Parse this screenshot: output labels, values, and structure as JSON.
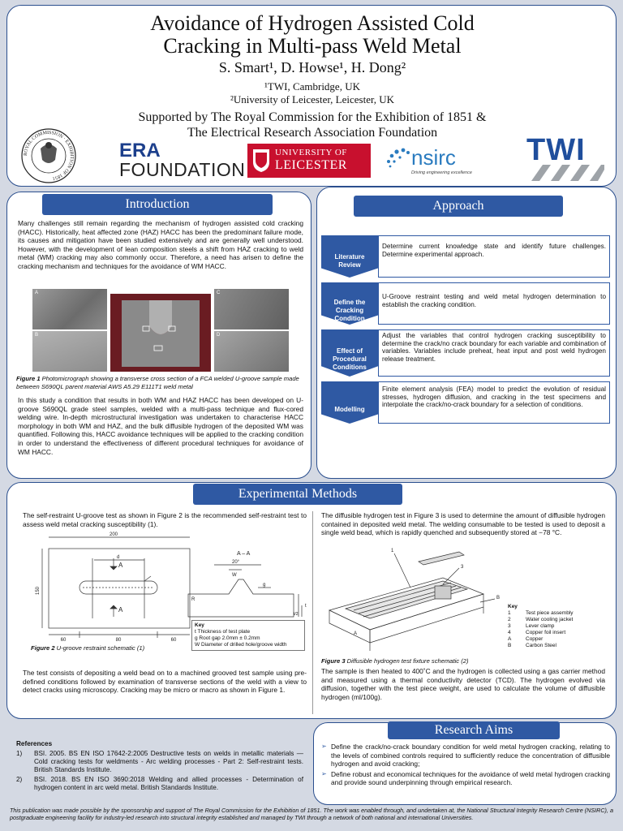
{
  "header": {
    "title_line1": "Avoidance of Hydrogen Assisted Cold",
    "title_line2": "Cracking in Multi-pass Weld Metal",
    "authors": "S. Smart¹, D. Howse¹, H. Dong²",
    "aff1": "¹TWI, Cambridge, UK",
    "aff2": "²University of Leicester, Leicester, UK",
    "support_line1": "Supported by The Royal Commission for the Exhibition of 1851 &",
    "support_line2": "The Electrical Research Association Foundation"
  },
  "logos": {
    "rc_ring": "ROYAL COMMISSION · EXHIBITION OF 1851",
    "era_top": "ERA",
    "era_bottom": "FOUNDATION",
    "uol_top": "UNIVERSITY OF",
    "uol_bottom": "LEICESTER",
    "nsirc": "nsirc",
    "nsirc_tag": "Driving engineering excellence",
    "twi": "TWI"
  },
  "intro": {
    "title": "Introduction",
    "p1": "Many challenges still remain regarding the mechanism of hydrogen assisted cold cracking (HACC). Historically, heat affected zone (HAZ) HACC has been the predominant failure mode, its causes and mitigation have been studied extensively and are generally well understood. However, with the development of lean composition steels a shift from HAZ cracking to weld metal (WM) cracking may also commonly occur. Therefore, a need has arisen to define the cracking mechanism and techniques for the avoidance of WM HACC.",
    "fig1_label": "Figure 1",
    "fig1_caption": " Photomicrograph showing a transverse cross section of a FCA welded U-groove sample made between S690QL parent material AWS A5.29 E111T1 weld metal",
    "fig1_panel_a": "A",
    "fig1_panel_b": "B",
    "fig1_panel_c": "C",
    "fig1_panel_d": "D",
    "p2": "In this study a condition that results in both WM and HAZ HACC has been developed on U-groove S690QL grade steel samples, welded with a multi-pass technique and flux-cored welding wire. In-depth microstructural investigation was undertaken to characterise HACC morphology in both WM and HAZ, and the bulk diffusible hydrogen of the deposited WM was quantified. Following this, HACC avoidance techniques will be applied to the cracking condition in order to understand the effectiveness of different procedural techniques for avoidance of WM HACC."
  },
  "approach": {
    "title": "Approach",
    "rows": [
      {
        "label1": "Literature",
        "label2": "Review",
        "label3": "",
        "text": "Determine current knowledge state and identify future challenges. Determine experimental approach."
      },
      {
        "label1": "Define the",
        "label2": "Cracking",
        "label3": "Condition",
        "text": "U-Groove restraint testing and weld metal hydrogen determination to establish the cracking condition."
      },
      {
        "label1": "Effect of",
        "label2": "Procedural",
        "label3": "Conditions",
        "text": "Adjust the variables that control hydrogen cracking susceptibility to determine the crack/no crack boundary for each variable and combination of variables. Variables include preheat, heat input and post weld hydrogen release treatment."
      },
      {
        "label1": "Modelling",
        "label2": "",
        "label3": "",
        "text": "Finite element analysis (FEA) model to predict the evolution of residual stresses, hydrogen diffusion, and cracking in the test specimens and interpolate the crack/no-crack boundary for a selection of conditions."
      }
    ]
  },
  "methods": {
    "title": "Experimental Methods",
    "left_p1": "The self-restraint U-groove test as shown in Figure 2 is the recommended self-restraint test to assess weld metal cracking susceptibility (1).",
    "fig2": {
      "dim_200": "200",
      "dim_d": "d",
      "dim_150": "150",
      "dim_60a": "60",
      "dim_80": "80",
      "dim_60b": "60",
      "sec_a1": "A",
      "sec_a2": "A",
      "view": "A – A",
      "angle": "20°",
      "w": "W",
      "g": "g",
      "t": "t",
      "t2": "t/2",
      "r": "R",
      "key_title": "Key",
      "key_t": "t    Thickness of test plate",
      "key_g": "g    Root gap 2.0mm ± 0.2mm",
      "key_w": "W  Diameter of drilled hole/groove width"
    },
    "fig2_label": "Figure 2",
    "fig2_caption": " U-groove restraint schematic (1)",
    "left_p2": "The test consists of depositing a weld bead on to a machined grooved test sample using pre-defined conditions followed by examination of transverse sections of the weld with a view to detect cracks using microscopy. Cracking may be micro or macro as shown in Figure 1.",
    "right_p1": "The diffusible hydrogen test in Figure 3 is used to determine the amount of diffusible hydrogen contained in deposited weld metal. The welding consumable to be tested is used to deposit a single weld bead, which is rapidly quenched and subsequently stored at −78 °C.",
    "fig3_key": {
      "title": "Key",
      "items": [
        {
          "k": "1",
          "v": "Test piece assembly"
        },
        {
          "k": "2",
          "v": "Water cooling jacket"
        },
        {
          "k": "3",
          "v": "Lever clamp"
        },
        {
          "k": "4",
          "v": "Copper foil insert"
        },
        {
          "k": "A",
          "v": "Copper"
        },
        {
          "k": "B",
          "v": "Carbon Steel"
        }
      ]
    },
    "fig3_label": "Figure 3",
    "fig3_caption": " Diffusible hydrogen test fixture schematic (2)",
    "right_p2": "The sample is then heated to 400˚C and the hydrogen is collected using a gas carrier method and measured using a thermal conductivity detector (TCD). The hydrogen evolved via diffusion, together with the test piece weight, are used to calculate the volume of diffusible hydrogen (ml/100g)."
  },
  "aims": {
    "title": "Research Aims",
    "items": [
      "Define the crack/no-crack boundary condition for weld metal hydrogen cracking, relating to the levels of combined controls required to sufficiently reduce the concentration of diffusible hydrogen and avoid cracking;",
      "Define robust and economical techniques for the avoidance of weld metal hydrogen cracking and provide sound underpinning through empirical research."
    ]
  },
  "references": {
    "title": "References",
    "items": [
      {
        "n": "1)",
        "text": "BSI. 2005. BS EN ISO 17642-2:2005 Destructive tests on welds in metallic materials — Cold cracking tests for weldments - Arc welding processes - Part 2: Self-restraint tests. British Standards Institute."
      },
      {
        "n": "2)",
        "text": "BSI. 2018. BS EN ISO 3690:2018 Welding and allied processes - Determination of hydrogen content in arc weld metal. British Standards Institute."
      }
    ]
  },
  "footer": "This publication was made possible by the sponsorship and support of The Royal Commission for the Exhibition of 1851. The work was enabled through, and undertaken at, the National Structural Integrity Research Centre (NSIRC), a postgraduate engineering facility for industry-led research into structural integrity established and managed by TWI through a network of both national and international Universities.",
  "colors": {
    "accent": "#2f59a3",
    "border": "#2b4f8e",
    "background": "#d4d9e3",
    "leicester_red": "#c8102e",
    "era_blue": "#1c3f8c",
    "twi_blue": "#1f4e9c"
  }
}
